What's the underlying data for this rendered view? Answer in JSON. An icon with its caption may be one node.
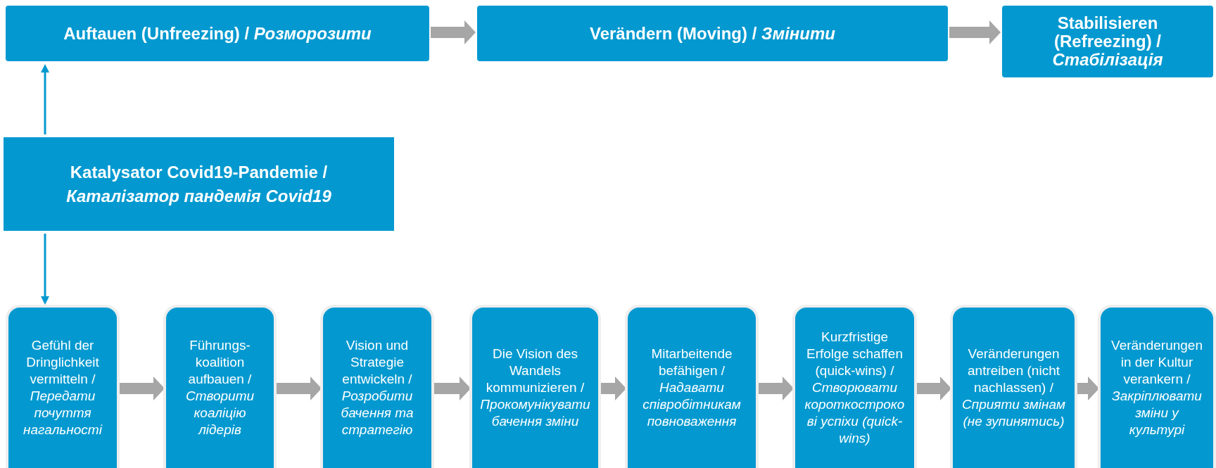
{
  "diagram": {
    "nodes": [
      {
        "text": [
          "Auftauen (Unfreezing) / *Розморозити*"
        ]
      },
      {
        "text": [
          "Verändern (Moving) / *Змінити*"
        ]
      },
      {
        "text": [
          "Stabilisieren (Refreezing) / *Стабілізація*"
        ]
      },
      {
        "text": [
          "Katalysator Covid19-Pandemie / *Каталізатор пандемія Covid19*"
        ]
      },
      {
        "text": [
          "Gefühl der Dringlichkeit vermitteln / *Передати почуття нагальності*"
        ]
      },
      {
        "text": [
          "Führungs-koalition aufbauen / *Створити коаліцію лідерів*"
        ]
      },
      {
        "text": [
          "Vision und Strategie entwickeln / *Розробити бачення та стратегію*"
        ]
      },
      {
        "text": [
          "Die Vision des Wandels kommunizieren / *Прокомунікувати бачення зміни*"
        ]
      },
      {
        "text": [
          "Mitarbeitende befähigen / *Надавати співробітникам повноваження*"
        ]
      },
      {
        "text": [
          "Kurzfristige Erfolge schaffen (quick-wins) / *Створювати короткострокові успіхи (quick-wins)*"
        ]
      },
      {
        "text": [
          "Veränderungen antreiben (nicht nachlassen) / *Сприяти змінам (не зупинятись)*"
        ]
      },
      {
        "text": [
          "Veränderungen in der Kultur verankern / *Закріплювати зміни у культурі*"
        ]
      }
    ],
    "edges": [
      {
        "from": 0,
        "to": 1,
        "arrow": "to"
      },
      {
        "from": 1,
        "to": 2,
        "arrow": "to"
      },
      {
        "from": 3,
        "to": 0,
        "arrow": "to",
        "color": "#0399d0"
      },
      {
        "from": 3,
        "to": 4,
        "arrow": "to",
        "color": "#0399d0"
      },
      {
        "from": 4,
        "to": 5,
        "arrow": "to"
      },
      {
        "from": 5,
        "to": 6,
        "arrow": "to"
      },
      {
        "from": 6,
        "to": 7,
        "arrow": "to"
      },
      {
        "from": 7,
        "to": 8,
        "arrow": "to"
      },
      {
        "from": 8,
        "to": 9,
        "arrow": "to"
      },
      {
        "from": 9,
        "to": 10,
        "arrow": "to"
      },
      {
        "from": 10,
        "to": 11,
        "arrow": "to"
      }
    ]
  }
}
